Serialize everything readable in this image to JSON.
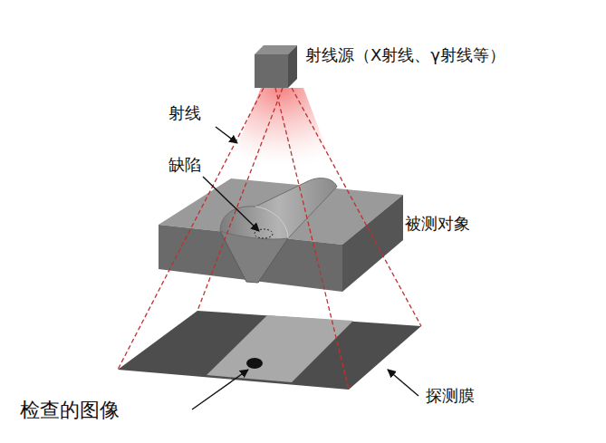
{
  "diagram": {
    "labels": [
      "射线源（X射线、γ射线等）",
      "射线",
      "缺陷",
      "被测对象",
      "探测膜",
      "检查的图像"
    ]
  }
}
